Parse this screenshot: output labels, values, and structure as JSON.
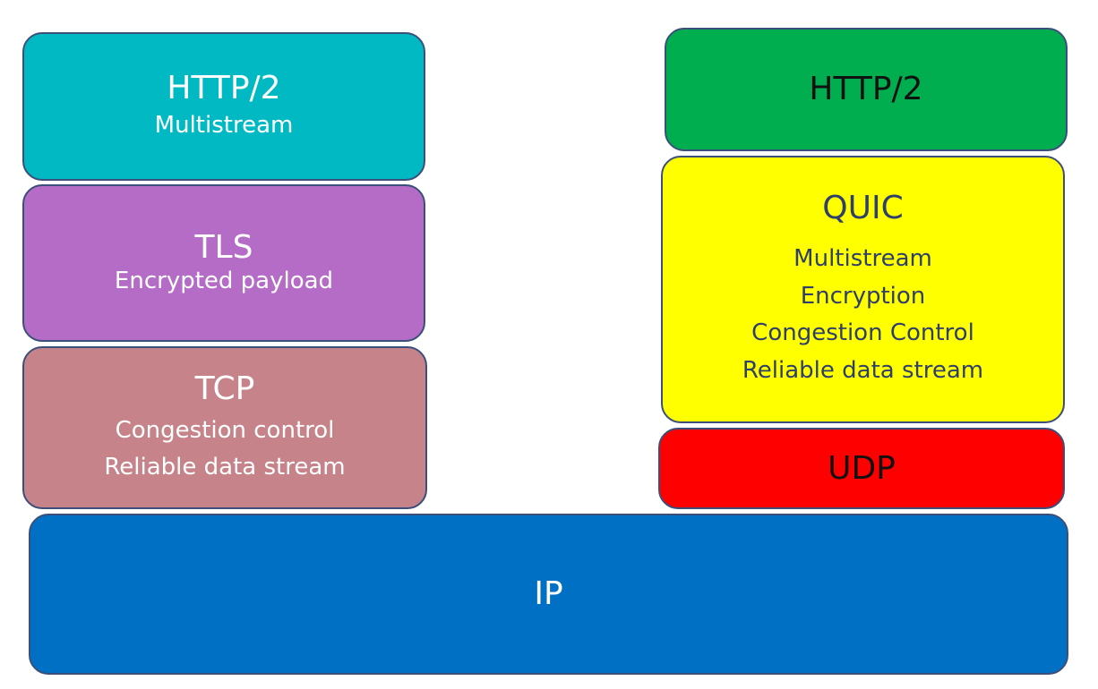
{
  "left_stack": {
    "http2": {
      "title": "HTTP/2",
      "lines": [
        "Multistream"
      ],
      "color": "#00b9c2"
    },
    "tls": {
      "title": "TLS",
      "lines": [
        "Encrypted payload"
      ],
      "color": "#b46cc6"
    },
    "tcp": {
      "title": "TCP",
      "lines": [
        "Congestion control",
        "Reliable data stream"
      ],
      "color": "#c6848a"
    }
  },
  "right_stack": {
    "http2": {
      "title": "HTTP/2",
      "color": "#00ad4f"
    },
    "quic": {
      "title": "QUIC",
      "lines": [
        "Multistream",
        "Encryption",
        "Congestion Control",
        "Reliable data stream"
      ],
      "color": "#ffff00"
    },
    "udp": {
      "title": "UDP",
      "color": "#ff0000"
    }
  },
  "base": {
    "ip": {
      "title": "IP",
      "color": "#0070c5"
    }
  }
}
